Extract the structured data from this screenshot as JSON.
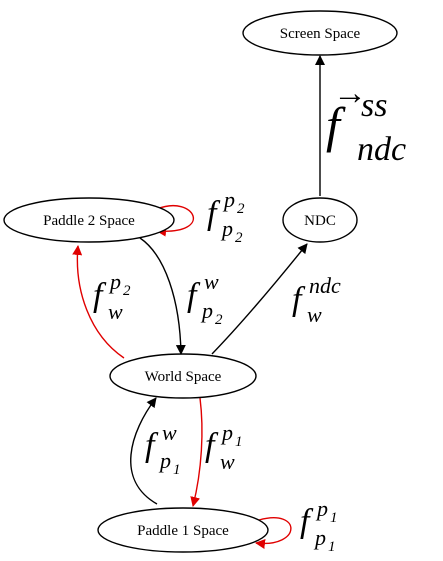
{
  "colors": {
    "forward_edge": "#000000",
    "inverse_edge": "#e00000",
    "node_fill": "#ffffff",
    "node_stroke": "#000000"
  },
  "nodes": {
    "screen_space": "Screen Space",
    "ndc": "NDC",
    "paddle2_space": "Paddle 2 Space",
    "world_space": "World Space",
    "paddle1_space": "Paddle 1 Space"
  },
  "labels": {
    "ndc_to_ss": {
      "base": "f",
      "sup": "ss",
      "sub": "ndc",
      "arrow": "→"
    },
    "p2_to_p2": {
      "base": "f",
      "sup": "p",
      "sup_sub": "2",
      "sub": "p",
      "sub_sub": "2"
    },
    "w_to_p2": {
      "base": "f",
      "sup": "p",
      "sup_sub": "2",
      "sub": "w"
    },
    "p2_to_w": {
      "base": "f",
      "sup": "w",
      "sub": "p",
      "sub_sub": "2"
    },
    "w_to_ndc": {
      "base": "f",
      "sup": "ndc",
      "sub": "w"
    },
    "p1_to_w": {
      "base": "f",
      "sup": "w",
      "sub": "p",
      "sub_sub": "1"
    },
    "w_to_p1": {
      "base": "f",
      "sup": "p",
      "sup_sub": "1",
      "sub": "w"
    },
    "p1_to_p1": {
      "base": "f",
      "sup": "p",
      "sup_sub": "1",
      "sub": "p",
      "sub_sub": "1"
    }
  }
}
